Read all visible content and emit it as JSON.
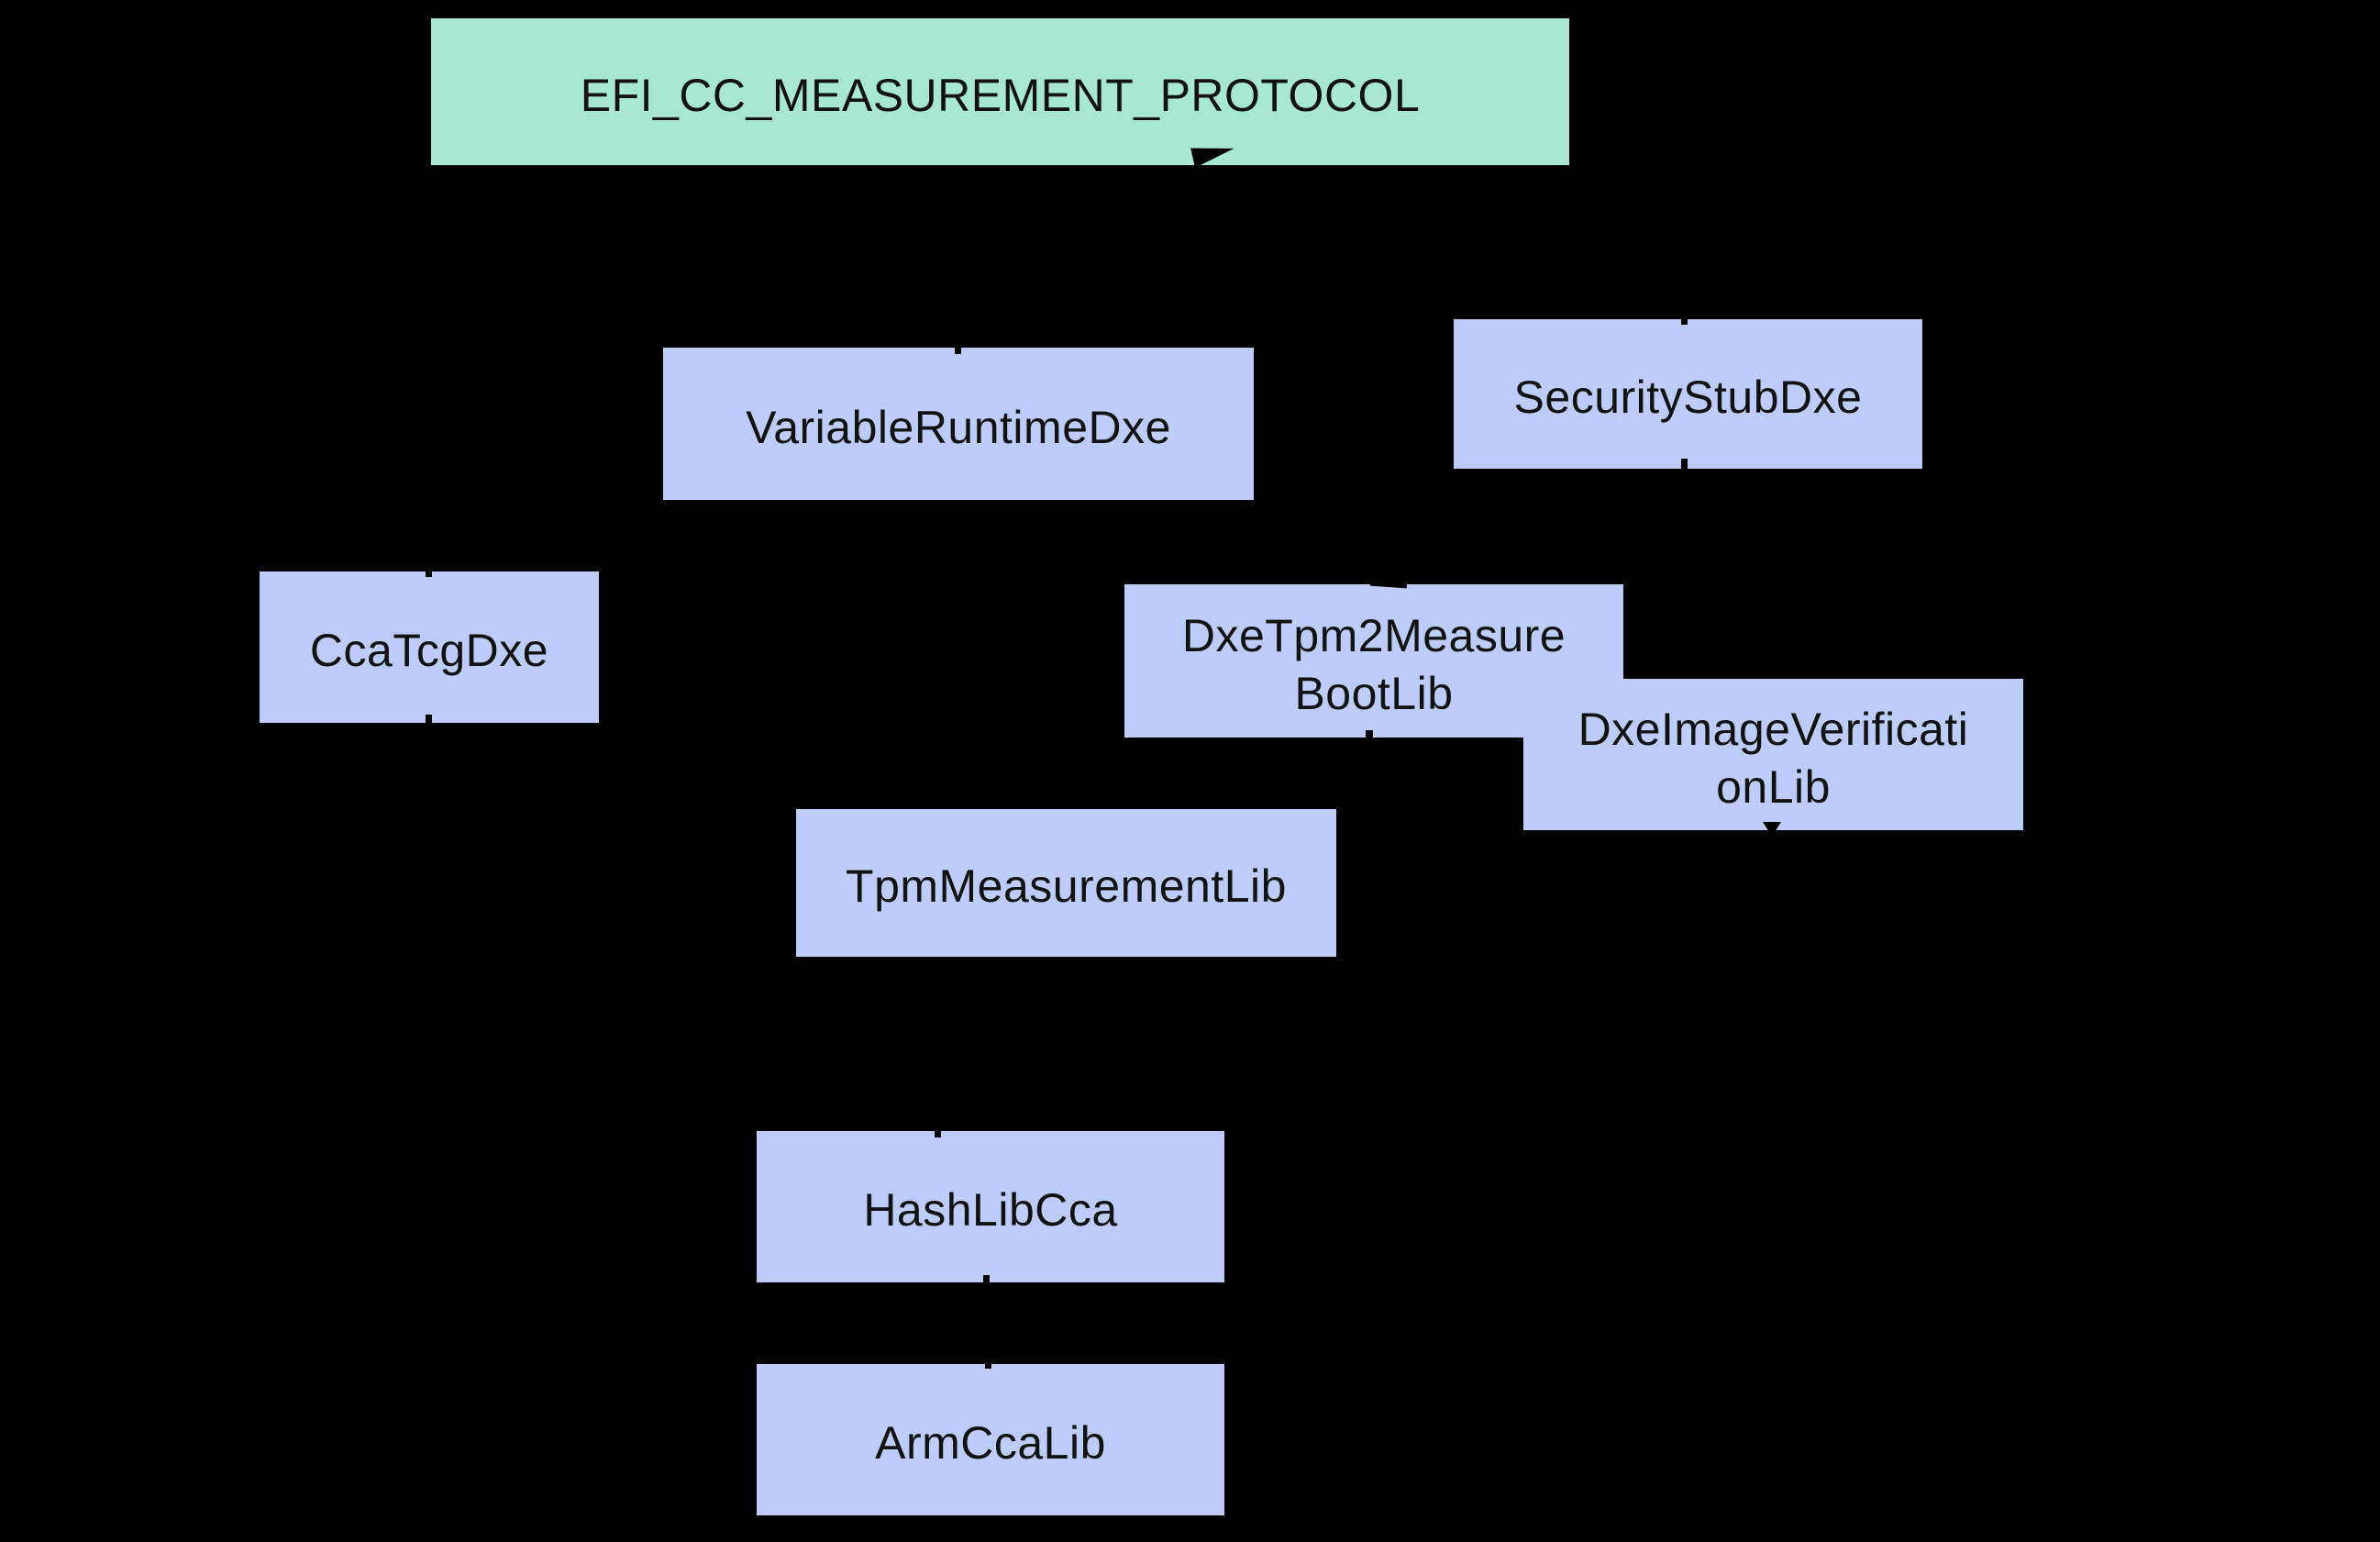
{
  "diagram": {
    "colors": {
      "background": "#000000",
      "protocol_fill": "#a8e7d2",
      "module_fill": "#bdccf8",
      "text": "#121212",
      "connector": "#000000"
    },
    "nodes": {
      "protocol": {
        "label": "EFI_CC_MEASUREMENT_PROTOCOL"
      },
      "variableRuntimeDxe": {
        "label": "VariableRuntimeDxe"
      },
      "securityStubDxe": {
        "label": "SecurityStubDxe"
      },
      "ccaTcgDxe": {
        "label": "CcaTcgDxe"
      },
      "dxeTpm2MeasureBootLib": {
        "lines": [
          "DxeTpm2Measure",
          "BootLib"
        ]
      },
      "dxeImageVerificationLib": {
        "lines": [
          "DxeImageVerificati",
          "onLib"
        ]
      },
      "tpmMeasurementLib": {
        "label": "TpmMeasurementLib"
      },
      "hashLibCca": {
        "label": "HashLibCca"
      },
      "armCcaLib": {
        "label": "ArmCcaLib"
      }
    }
  }
}
